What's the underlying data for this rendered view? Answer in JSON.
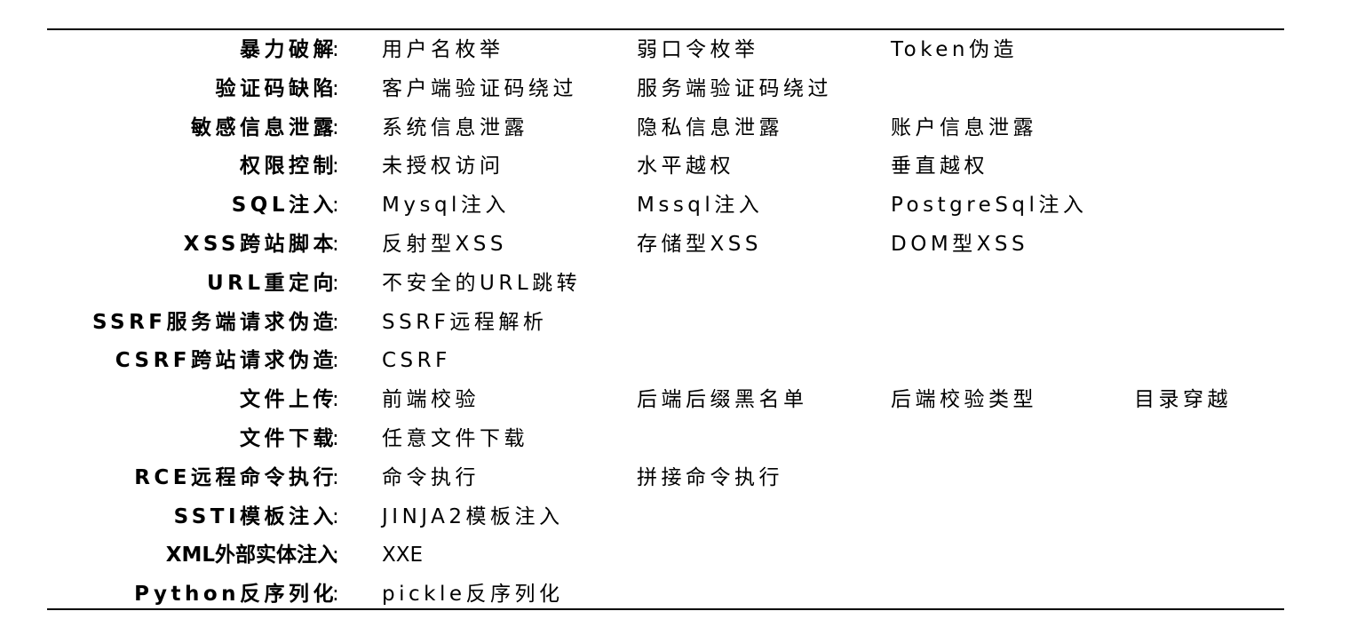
{
  "rows": [
    {
      "label": "暴力破解",
      "colon": ":",
      "items": [
        "用户名枚举",
        "弱口令枚举",
        "Token伪造",
        ""
      ]
    },
    {
      "label": "验证码缺陷",
      "colon": ":",
      "items": [
        "客户端验证码绕过",
        "服务端验证码绕过",
        "",
        ""
      ]
    },
    {
      "label": "敏感信息泄露",
      "colon": ":",
      "items": [
        "系统信息泄露",
        "隐私信息泄露",
        "账户信息泄露",
        ""
      ]
    },
    {
      "label": "权限控制",
      "colon": ":",
      "items": [
        "未授权访问",
        "水平越权",
        "垂直越权",
        ""
      ]
    },
    {
      "label": "SQL注入",
      "colon": ":",
      "items": [
        "Mysql注入",
        "Mssql注入",
        "PostgreSql注入",
        ""
      ]
    },
    {
      "label": "XSS跨站脚本",
      "colon": ":",
      "items": [
        "反射型XSS",
        "存储型XSS",
        "DOM型XSS",
        ""
      ]
    },
    {
      "label": "URL重定向",
      "colon": ":",
      "items": [
        "不安全的URL跳转",
        "",
        "",
        ""
      ]
    },
    {
      "label": "SSRF服务端请求伪造",
      "colon": ":",
      "items": [
        "SSRF远程解析",
        "",
        "",
        ""
      ]
    },
    {
      "label": "CSRF跨站请求伪造",
      "colon": ":",
      "items": [
        "CSRF",
        "",
        "",
        ""
      ]
    },
    {
      "label": "文件上传",
      "colon": ":",
      "items": [
        "前端校验",
        "后端后缀黑名单",
        "后端校验类型",
        "目录穿越"
      ]
    },
    {
      "label": "文件下载",
      "colon": ":",
      "items": [
        "任意文件下载",
        "",
        "",
        ""
      ]
    },
    {
      "label": "RCE远程命令执行",
      "colon": ":",
      "items": [
        "命令执行",
        "拼接命令执行",
        "",
        ""
      ]
    },
    {
      "label": "SSTI模板注入",
      "colon": ":",
      "items": [
        "JINJA2模板注入",
        "",
        "",
        ""
      ]
    },
    {
      "label": "XML外部实体注入",
      "colon": ":",
      "items": [
        "XXE",
        "",
        "",
        ""
      ]
    },
    {
      "label": "Python反序列化",
      "colon": ":",
      "items": [
        "pickle反序列化",
        "",
        "",
        ""
      ]
    }
  ]
}
